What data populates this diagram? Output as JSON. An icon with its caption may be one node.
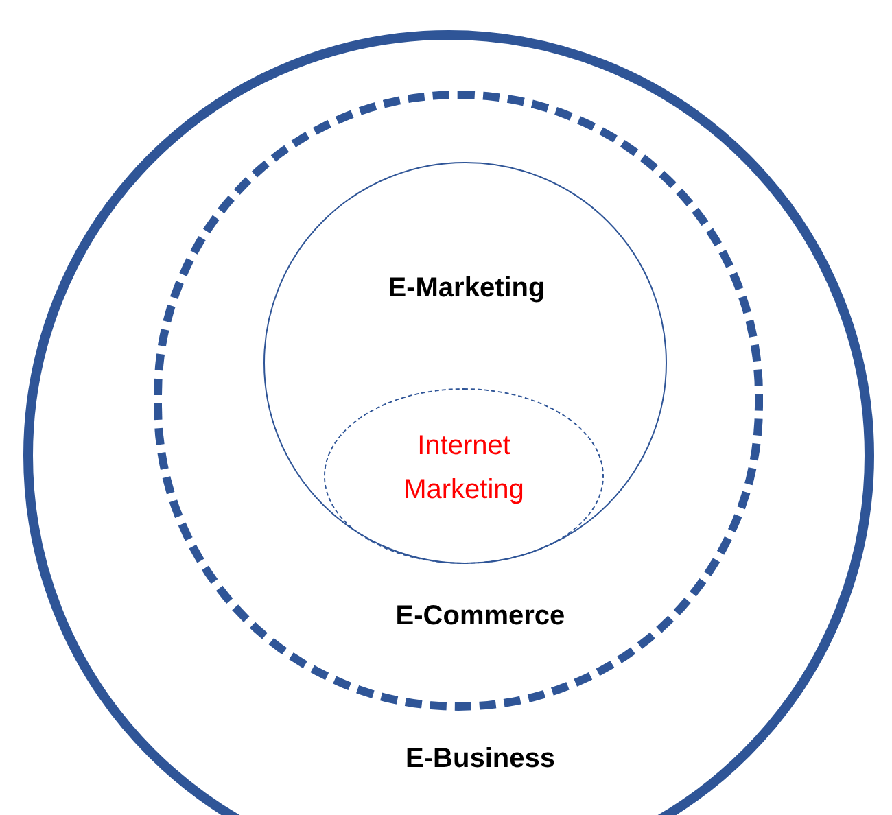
{
  "diagram": {
    "nodes": [
      {
        "text": [
          "E-Business"
        ]
      },
      {
        "text": [
          "E-Commerce"
        ],
        "in": 0
      },
      {
        "text": [
          "E-Marketing"
        ],
        "in": 1
      },
      {
        "text": [
          "Internet Marketing"
        ],
        "in": 2
      }
    ]
  }
}
